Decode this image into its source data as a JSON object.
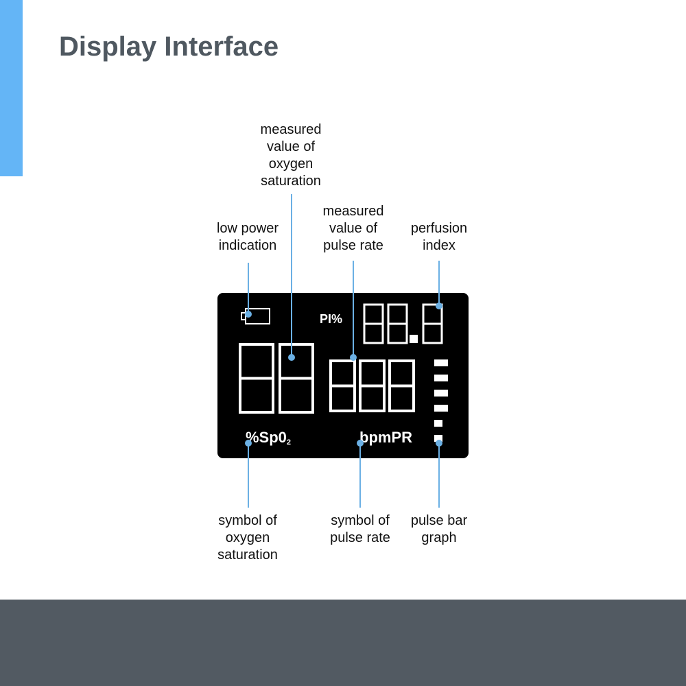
{
  "page": {
    "title": "Display Interface"
  },
  "colors": {
    "accent": "#64b5f6",
    "title": "#4f5860",
    "footer": "#525a62",
    "screen": "#000000",
    "segment": "#ffffff",
    "leader": "#6bb0e4"
  },
  "screen": {
    "pi_symbol": "PI%",
    "spo2_symbol": "%Sp0",
    "spo2_subscript": "2",
    "pr_symbol": "bpmPR",
    "perfusion_readout": "88.8",
    "spo2_readout": "88",
    "pulse_readout": "888",
    "battery_icon": "battery-empty-icon",
    "pulse_bar_segments": 6
  },
  "callouts": {
    "low_power": "low power\nindication",
    "oxygen_value": "measured\nvalue of\noxygen\nsaturation",
    "pulse_value": "measured\nvalue of\npulse rate",
    "perfusion": "perfusion\nindex",
    "oxygen_symbol": "symbol of\noxygen\nsaturation",
    "pulse_symbol": "symbol of\npulse rate",
    "pulse_bar": "pulse bar\ngraph"
  }
}
